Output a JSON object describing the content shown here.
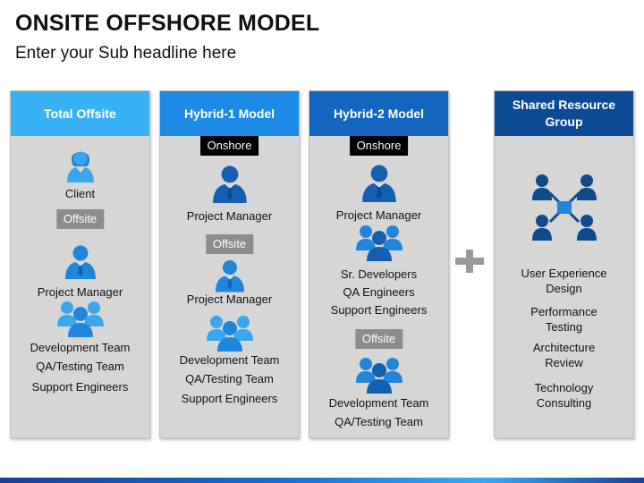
{
  "slide": {
    "title": "ONSITE OFFSHORE MODEL",
    "subtitle": "Enter your Sub headline here"
  },
  "colors": {
    "col1_header": "#39b1f5",
    "col2_header": "#1d8ae6",
    "col3_header": "#1466c0",
    "col4_header": "#0d4a94",
    "icon_light": "#3aa6ee",
    "icon_mid": "#1f86db",
    "icon_dark": "#155fb0",
    "icon_navy": "#0f4a8a"
  },
  "columns": [
    {
      "header": "Total Offsite",
      "client": "Client",
      "tag_offsite": "Offsite",
      "pm": "Project Manager",
      "items": [
        "Development Team",
        "QA/Testing Team",
        "Support Engineers"
      ]
    },
    {
      "header": "Hybrid-1 Model",
      "tag_onshore": "Onshore",
      "pm_onshore": "Project Manager",
      "tag_offsite": "Offsite",
      "pm_offsite": "Project Manager",
      "items": [
        "Development Team",
        "QA/Testing Team",
        "Support Engineers"
      ]
    },
    {
      "header": "Hybrid-2 Model",
      "tag_onshore": "Onshore",
      "pm": "Project Manager",
      "onshore_items": [
        "Sr. Developers",
        "QA Engineers",
        "Support Engineers"
      ],
      "tag_offsite": "Offsite",
      "offsite_items": [
        "Development Team",
        "QA/Testing Team"
      ]
    },
    {
      "header": "Shared Resource Group",
      "items": [
        "User Experience Design",
        "Performance Testing",
        "Architecture Review",
        "Technology Consulting"
      ]
    }
  ],
  "icons": {
    "client": "female-user-icon",
    "manager": "manager-icon",
    "team": "team-icon",
    "network": "network-icon",
    "plus": "plus-icon"
  }
}
